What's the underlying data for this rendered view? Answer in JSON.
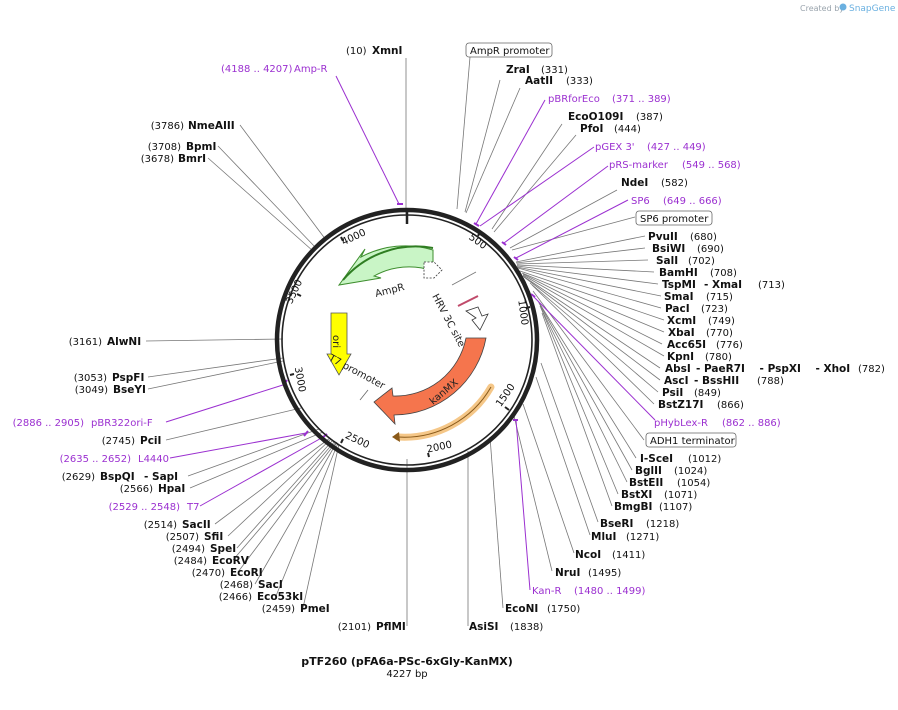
{
  "credit": {
    "prefix": "Created by",
    "brand": "SnapGene"
  },
  "plasmid": {
    "name": "pTF260 (pFA6a-PSc-6xGly-KanMX)",
    "length_label": "4227 bp"
  },
  "ruler_ticks": [
    "4000",
    "500",
    "3500",
    "1000",
    "3000",
    "1500",
    "2500",
    "2000"
  ],
  "inner_features": [
    "AmpR",
    "ori",
    "T7 promoter",
    "HRV 3C site",
    "kanMX"
  ],
  "labels_top": [
    {
      "pos": "(10)",
      "name": "XmnI"
    },
    {
      "name": "AmpR promoter",
      "boxed": true
    },
    {
      "pos": "(4188 .. 4207)",
      "name": "Amp-R",
      "feature": true
    },
    {
      "name": "ZraI",
      "pos": "(331)"
    },
    {
      "name": "AatII",
      "pos": "(333)"
    },
    {
      "name": "pBRforEco",
      "pos": "(371 .. 389)",
      "feature": true
    },
    {
      "name": "EcoO109I",
      "pos": "(387)"
    },
    {
      "name": "PfoI",
      "pos": "(444)"
    },
    {
      "name": "pGEX 3'",
      "pos": "(427 .. 449)",
      "feature": true
    },
    {
      "name": "pRS-marker",
      "pos": "(549 .. 568)",
      "feature": true
    },
    {
      "name": "NdeI",
      "pos": "(582)"
    },
    {
      "name": "SP6",
      "pos": "(649 .. 666)",
      "feature": true
    },
    {
      "name": "SP6 promoter",
      "boxed": true
    }
  ],
  "labels_right": [
    {
      "name": "PvuII",
      "pos": "(680)"
    },
    {
      "name": "BsiWI",
      "pos": "(690)"
    },
    {
      "name": "SalI",
      "pos": "(702)"
    },
    {
      "name": "BamHI",
      "pos": "(708)"
    },
    {
      "name": "TspMI",
      "extra": "- XmaI",
      "pos": "(713)"
    },
    {
      "name": "SmaI",
      "pos": "(715)"
    },
    {
      "name": "PacI",
      "pos": "(723)"
    },
    {
      "name": "XcmI",
      "pos": "(749)"
    },
    {
      "name": "XbaI",
      "pos": "(770)"
    },
    {
      "name": "Acc65I",
      "pos": "(776)"
    },
    {
      "name": "KpnI",
      "pos": "(780)"
    },
    {
      "name": "AbsI",
      "extra": "- PaeR7I    - PspXI    - XhoI",
      "pos": "(782)"
    },
    {
      "name": "AscI",
      "extra": "- BssHII",
      "pos": "(788)"
    },
    {
      "name": "PsiI",
      "pos": "(849)"
    },
    {
      "name": "BstZ17I",
      "pos": "(866)"
    },
    {
      "name": "pHybLex-R",
      "pos": "(862 .. 886)",
      "feature": true
    },
    {
      "name": "ADH1 terminator",
      "boxed": true
    },
    {
      "name": "I-SceI",
      "pos": "(1012)"
    },
    {
      "name": "BglII",
      "pos": "(1024)"
    },
    {
      "name": "BstEII",
      "pos": "(1054)"
    },
    {
      "name": "BstXI",
      "pos": "(1071)"
    },
    {
      "name": "BmgBI",
      "pos": "(1107)"
    },
    {
      "name": "BseRI",
      "pos": "(1218)"
    },
    {
      "name": "MluI",
      "pos": "(1271)"
    },
    {
      "name": "NcoI",
      "pos": "(1411)"
    },
    {
      "name": "NruI",
      "pos": "(1495)"
    },
    {
      "name": "Kan-R",
      "pos": "(1480 .. 1499)",
      "feature": true
    },
    {
      "name": "EcoNI",
      "pos": "(1750)"
    },
    {
      "name": "AsiSI",
      "pos": "(1838)"
    }
  ],
  "labels_left": [
    {
      "pos": "(3786)",
      "name": "NmeAIII"
    },
    {
      "pos": "(3708)",
      "name": "BpmI"
    },
    {
      "pos": "(3678)",
      "name": "BmrI"
    },
    {
      "pos": "(3161)",
      "name": "AlwNI"
    },
    {
      "pos": "(3053)",
      "name": "PspFI"
    },
    {
      "pos": "(3049)",
      "name": "BseYI"
    },
    {
      "pos": "(2886 .. 2905)",
      "name": "pBR322ori-F",
      "feature": true
    },
    {
      "pos": "(2745)",
      "name": "PciI"
    },
    {
      "pos": "(2635 .. 2652)",
      "name": "L4440",
      "feature": true
    },
    {
      "pos": "(2629)",
      "name": "BspQI",
      "extra": "- SapI"
    },
    {
      "pos": "(2566)",
      "name": "HpaI"
    },
    {
      "pos": "(2529 .. 2548)",
      "name": "T7",
      "feature": true
    },
    {
      "pos": "(2514)",
      "name": "SacII"
    },
    {
      "pos": "(2507)",
      "name": "SfiI"
    },
    {
      "pos": "(2494)",
      "name": "SpeI"
    },
    {
      "pos": "(2484)",
      "name": "EcoRV"
    },
    {
      "pos": "(2470)",
      "name": "EcoRI"
    },
    {
      "pos": "(2468)",
      "name": "SacI"
    },
    {
      "pos": "(2466)",
      "name": "Eco53kI"
    },
    {
      "pos": "(2459)",
      "name": "PmeI"
    },
    {
      "pos": "(2101)",
      "name": "PflMI"
    }
  ],
  "colors": {
    "ampr_fill": "#c9f5c6",
    "ampr_stroke": "#3e8e2e",
    "ori_fill": "#ffff00",
    "kanmx_fill": "#f5754d",
    "feature_text": "#9b30d0",
    "primer_arrow": "#f5c788",
    "backbone": "#222222"
  }
}
